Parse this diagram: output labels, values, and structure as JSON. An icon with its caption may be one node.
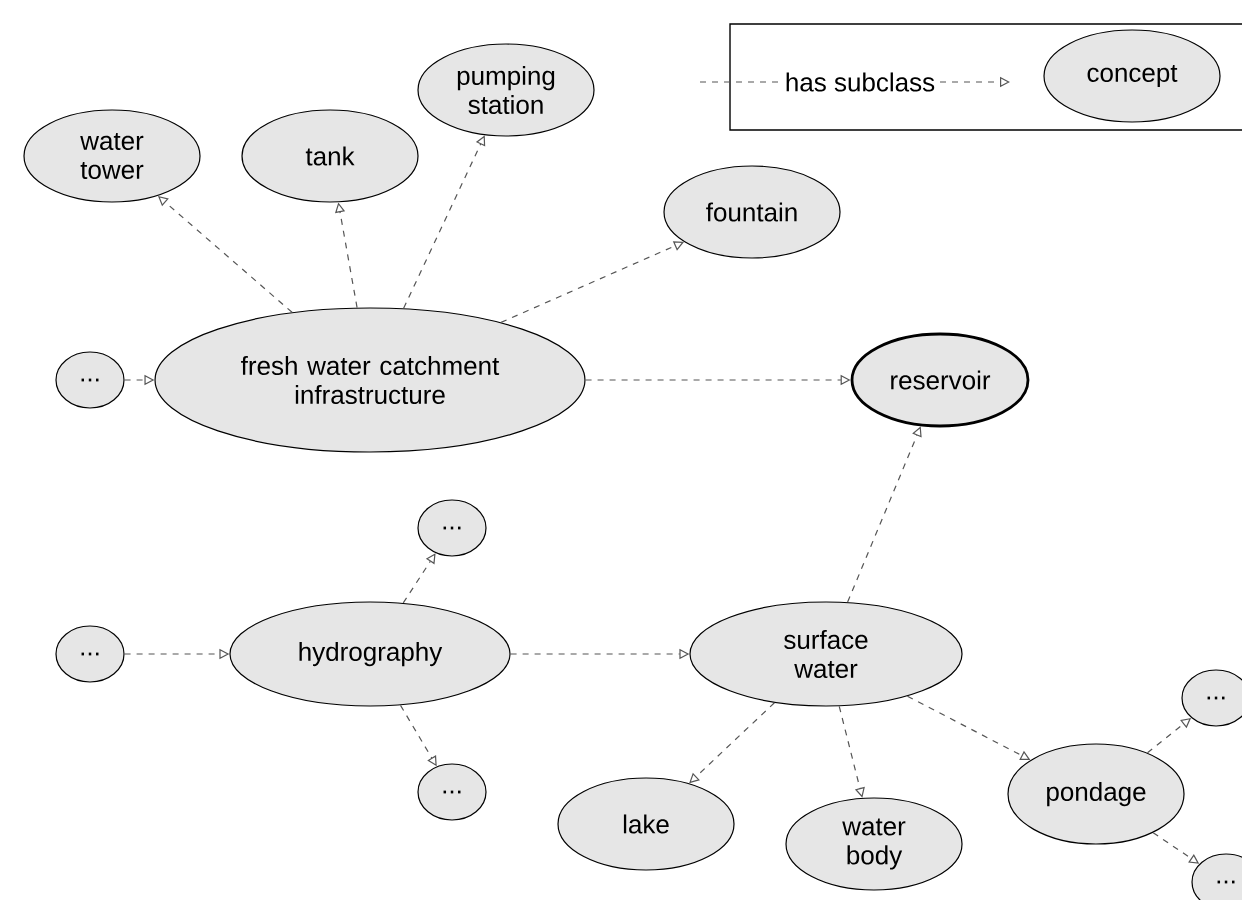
{
  "diagram": {
    "nodes": [
      {
        "text": [
          "water tower"
        ]
      },
      {
        "text": [
          "tank"
        ]
      },
      {
        "text": [
          "pumping station"
        ]
      },
      {
        "text": [
          "fountain"
        ]
      },
      {
        "text": [
          "..."
        ]
      },
      {
        "text": [
          "fresh water catchment infrastructure"
        ]
      },
      {
        "text": [
          "reservoir"
        ]
      },
      {
        "text": [
          "..."
        ]
      },
      {
        "text": [
          "..."
        ]
      },
      {
        "text": [
          "hydrography"
        ]
      },
      {
        "text": [
          "surface water"
        ]
      },
      {
        "text": [
          "..."
        ]
      },
      {
        "text": [
          "..."
        ]
      },
      {
        "text": [
          "lake"
        ]
      },
      {
        "text": [
          "water body"
        ]
      },
      {
        "text": [
          "pondage"
        ]
      },
      {
        "text": [
          "..."
        ]
      }
    ],
    "edges": [
      {
        "from": 5,
        "to": 0,
        "arrow": "to",
        "style": "dashed"
      },
      {
        "from": 5,
        "to": 1,
        "arrow": "to",
        "style": "dashed"
      },
      {
        "from": 5,
        "to": 2,
        "arrow": "to",
        "style": "dashed"
      },
      {
        "from": 5,
        "to": 3,
        "arrow": "to",
        "style": "dashed"
      },
      {
        "from": 4,
        "to": 5,
        "arrow": "to",
        "style": "dashed"
      },
      {
        "from": 5,
        "to": 6,
        "arrow": "to",
        "style": "dashed"
      },
      {
        "from": 10,
        "to": 6,
        "arrow": "to",
        "style": "dashed"
      },
      {
        "from": 9,
        "to": 7,
        "arrow": "to",
        "style": "dashed"
      },
      {
        "from": 8,
        "to": 9,
        "arrow": "to",
        "style": "dashed"
      },
      {
        "from": 9,
        "to": 10,
        "arrow": "to",
        "style": "dashed"
      },
      {
        "from": 9,
        "to": 11,
        "arrow": "to",
        "style": "dashed"
      },
      {
        "from": 15,
        "to": 12,
        "arrow": "to",
        "style": "dashed"
      },
      {
        "from": 10,
        "to": 13,
        "arrow": "to",
        "style": "dashed"
      },
      {
        "from": 10,
        "to": 14,
        "arrow": "to",
        "style": "dashed"
      },
      {
        "from": 10,
        "to": 15,
        "arrow": "to",
        "style": "dashed"
      },
      {
        "from": 15,
        "to": 16,
        "arrow": "to",
        "style": "dashed"
      }
    ],
    "legend": [
      {
        "text": "has subclass"
      },
      {
        "text": "concept"
      }
    ]
  }
}
